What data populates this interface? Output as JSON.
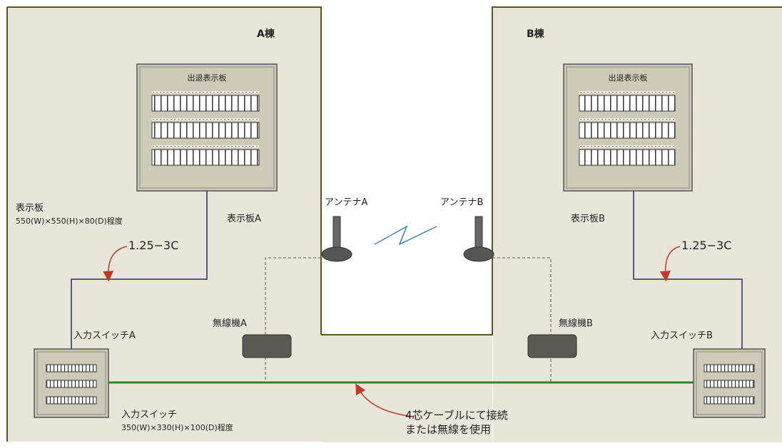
{
  "buildings": {
    "a": {
      "name": "A棟"
    },
    "b": {
      "name": "B棟"
    }
  },
  "display_panel_a": {
    "title": "出退表示板",
    "tag": "表示板A",
    "spec_label": "表示板",
    "spec_size": "550(W)×550(H)×80(D)程度"
  },
  "display_panel_b": {
    "title": "出退表示板",
    "tag": "表示板B"
  },
  "cable_a": "1.25−3C",
  "cable_b": "1.25−3C",
  "antenna_a": "アンテナA",
  "antenna_b": "アンテナB",
  "wireless_a": "無線機A",
  "wireless_b": "無線機B",
  "switch_a": {
    "tag": "入力スイッチA",
    "spec_label": "入力スイッチ",
    "spec_size": "350(W)×330(H)×100(D)程度"
  },
  "switch_b": {
    "tag": "入力スイッチB"
  },
  "connection_note": {
    "line1": "4芯ケーブルにて接続",
    "line2": "または無線を使用"
  },
  "colors": {
    "building_fill": "#e8e6d8",
    "building_border": "#5a5a1e",
    "panel_fill": "#cdcbb8",
    "wire": "#2b2b66",
    "green_cable": "#2a8a2a",
    "arrow": "#c0392b",
    "dashed": "#555555"
  }
}
